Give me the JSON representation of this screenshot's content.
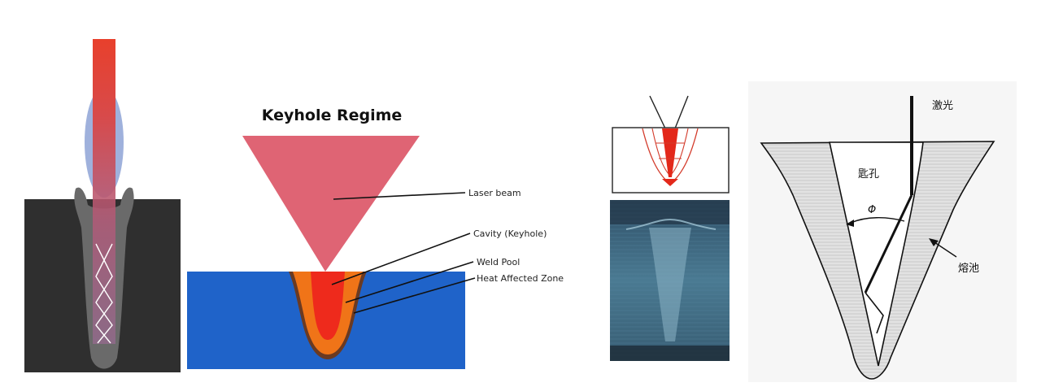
{
  "keyhole_panel": {
    "title": "Keyhole Regime",
    "labels": {
      "laser_beam": "Laser beam",
      "cavity": "Cavity (Keyhole)",
      "weld_pool": "Weld Pool",
      "haz": "Heat Affected Zone"
    }
  },
  "cross_section_panel": {
    "labels": {
      "laser": "激光",
      "keyhole": "匙孔",
      "angle": "Φ",
      "molten_pool": "熔池"
    }
  },
  "colors": {
    "substrate_dark": "#2f2f2f",
    "laser_red": "#e8402c",
    "plume_blue": "#8ea3d6",
    "cone_pink": "#df6474",
    "substrate_blue": "#1f63c9",
    "pool_orange": "#f07418",
    "cavity_red": "#ee2a1c",
    "haz_brown": "#6b3a22",
    "macro_teal": "#3f6b83"
  }
}
